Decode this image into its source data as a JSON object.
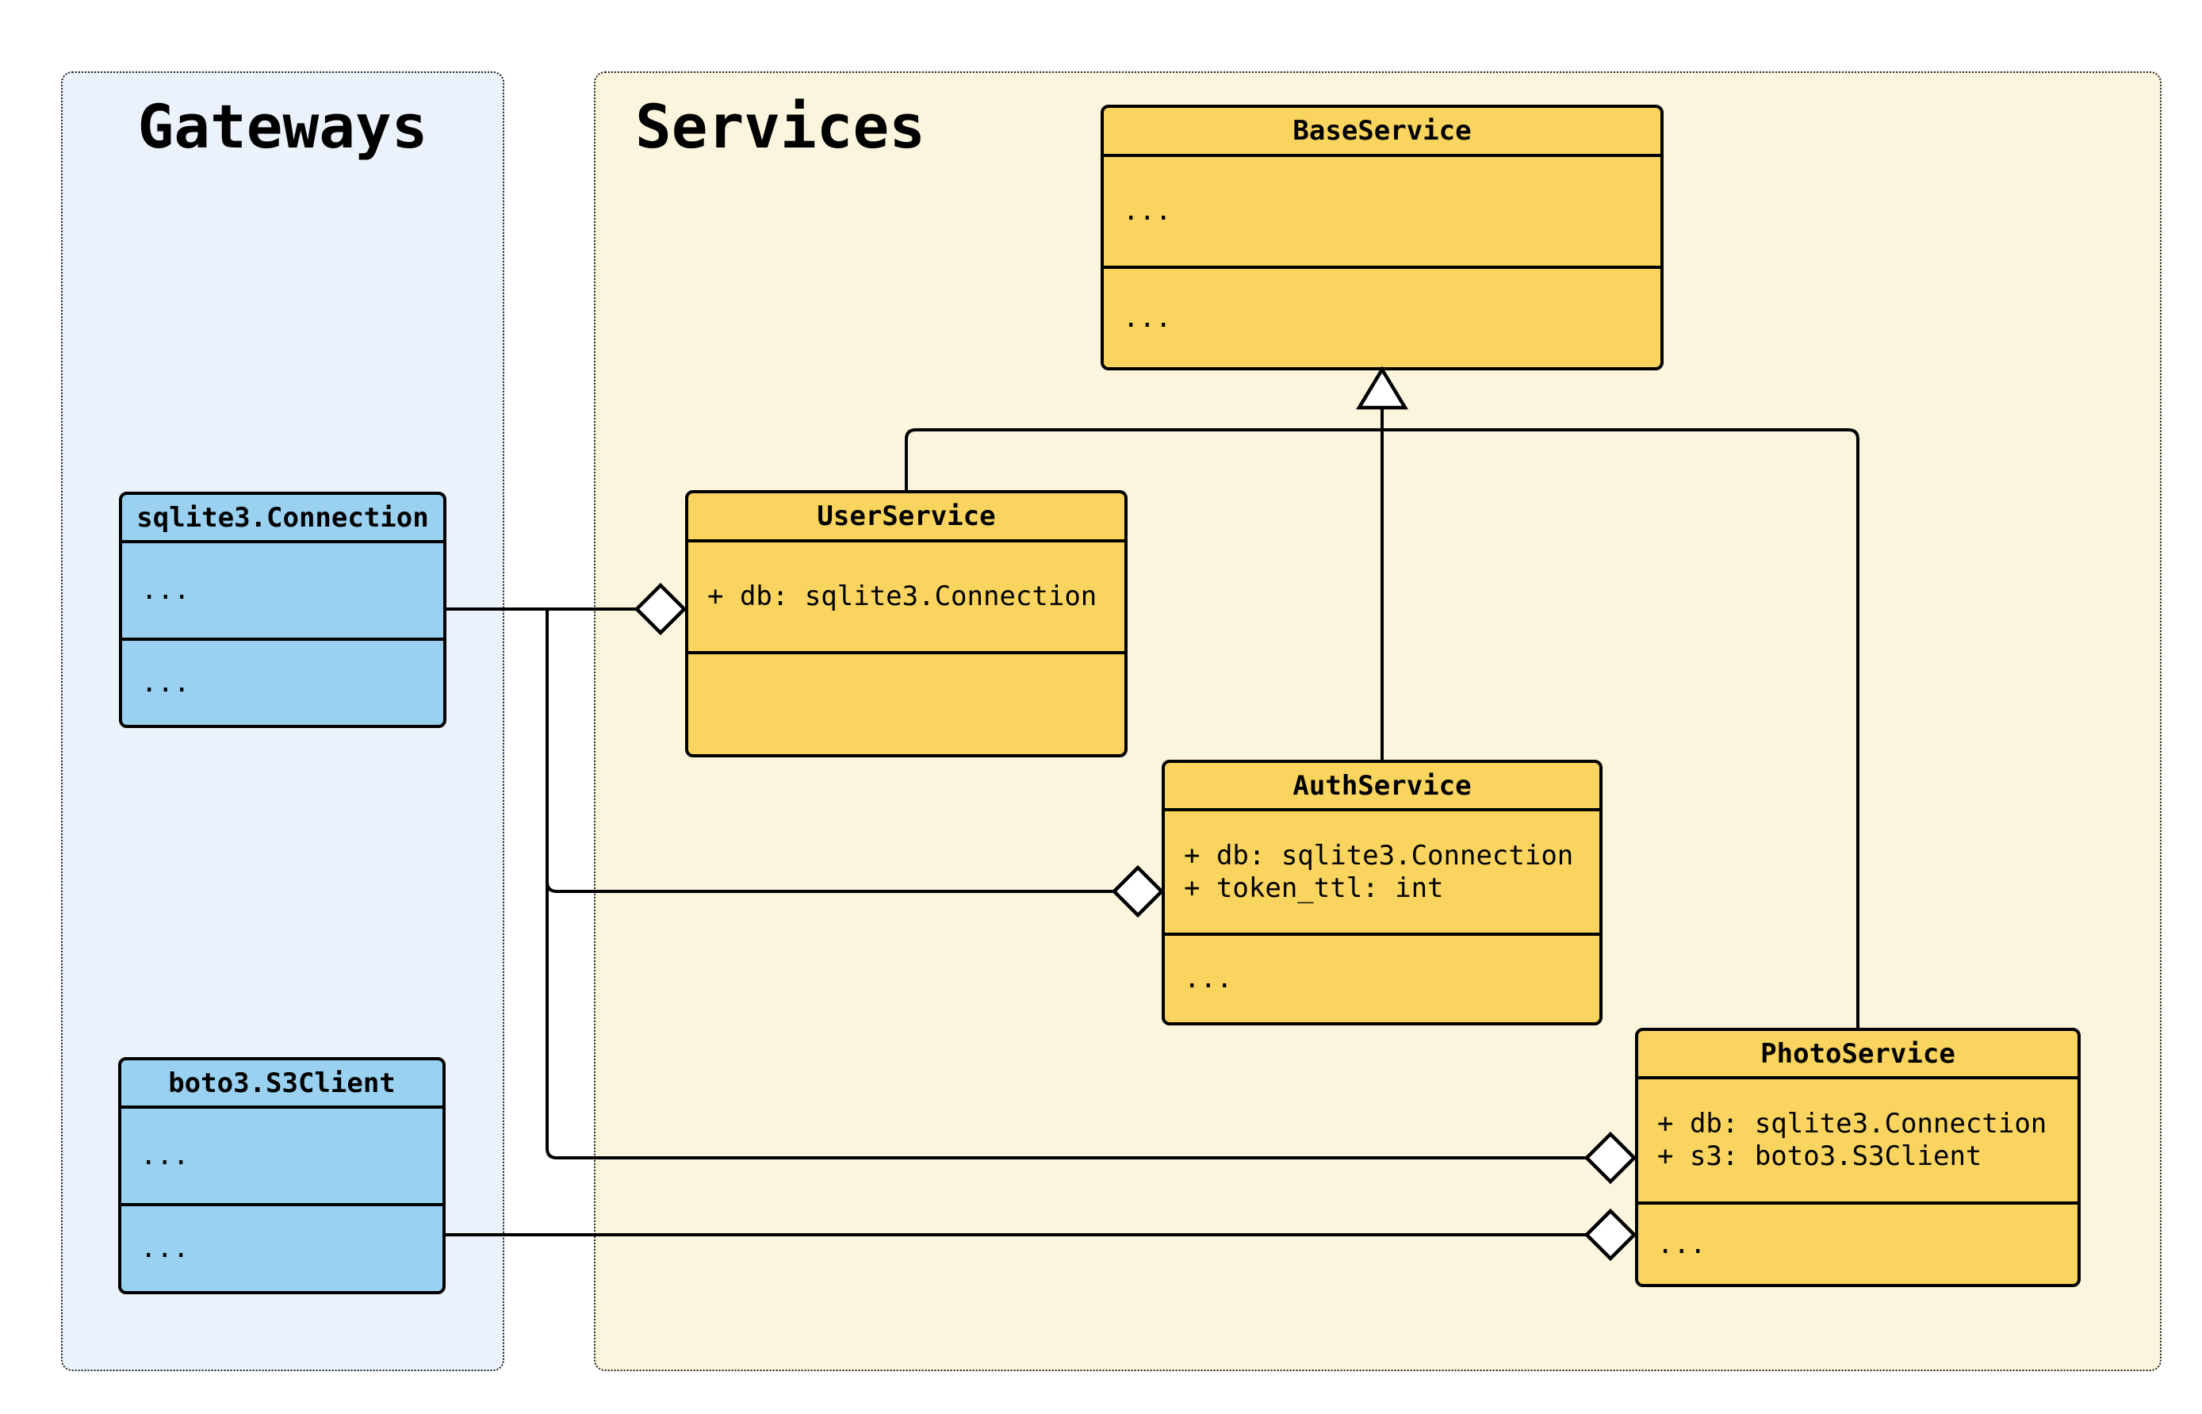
{
  "diagram": {
    "kind": "uml-class-diagram",
    "groups": {
      "gateways": {
        "label": "Gateways"
      },
      "services": {
        "label": "Services"
      }
    },
    "classes": {
      "base_service": {
        "name": "BaseService",
        "attributes": [
          "..."
        ],
        "methods": [
          "..."
        ]
      },
      "user_service": {
        "name": "UserService",
        "attributes": [
          "+ db: sqlite3.Connection"
        ],
        "methods": []
      },
      "auth_service": {
        "name": "AuthService",
        "attributes": [
          "+ db: sqlite3.Connection",
          "+ token_ttl: int"
        ],
        "methods": [
          "..."
        ]
      },
      "photo_service": {
        "name": "PhotoService",
        "attributes": [
          "+ db: sqlite3.Connection",
          "+ s3: boto3.S3Client"
        ],
        "methods": [
          "..."
        ]
      },
      "sqlite_connection": {
        "name": "sqlite3.Connection",
        "attributes": [
          "..."
        ],
        "methods": [
          "..."
        ]
      },
      "boto3_s3client": {
        "name": "boto3.S3Client",
        "attributes": [
          "..."
        ],
        "methods": [
          "..."
        ]
      }
    },
    "relations": [
      {
        "type": "inheritance",
        "from": "UserService",
        "to": "BaseService"
      },
      {
        "type": "inheritance",
        "from": "AuthService",
        "to": "BaseService"
      },
      {
        "type": "inheritance",
        "from": "PhotoService",
        "to": "BaseService"
      },
      {
        "type": "aggregation",
        "from": "sqlite3.Connection",
        "to": "UserService"
      },
      {
        "type": "aggregation",
        "from": "sqlite3.Connection",
        "to": "AuthService"
      },
      {
        "type": "aggregation",
        "from": "sqlite3.Connection",
        "to": "PhotoService"
      },
      {
        "type": "aggregation",
        "from": "boto3.S3Client",
        "to": "PhotoService"
      }
    ]
  },
  "colors": {
    "stroke": "#000000",
    "service_fill": "#F9D45E",
    "gateway_fill": "#9AD1F0",
    "services_panel_bg": "#FCF5DE",
    "gateways_panel_bg": "#EBF2FB",
    "page_bg": "#FFFFFF"
  }
}
